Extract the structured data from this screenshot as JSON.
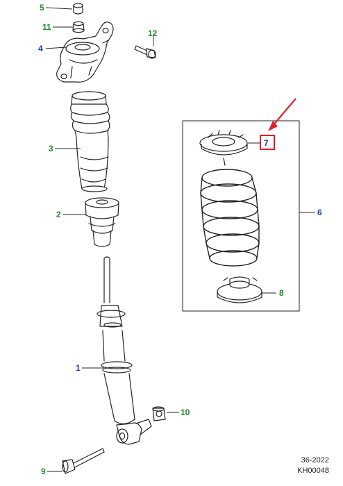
{
  "callouts": {
    "c1": "1",
    "c2": "2",
    "c3": "3",
    "c4": "4",
    "c5": "5",
    "c6": "6",
    "c7": "7",
    "c8": "8",
    "c9": "9",
    "c10": "10",
    "c11": "11",
    "c12": "12"
  },
  "footer": {
    "date_code": "36-2022",
    "drawing_id": "KH00048"
  },
  "colors": {
    "green": "#1f8a2e",
    "blue": "#1a3fb0",
    "highlight": "#e0202a",
    "line": "#222222"
  }
}
